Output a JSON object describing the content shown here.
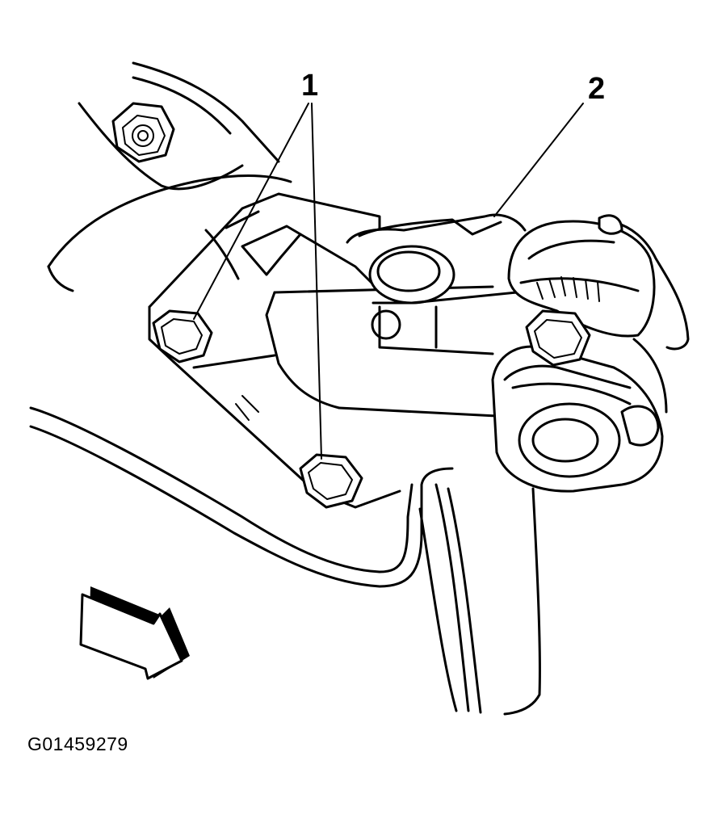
{
  "figure": {
    "callouts": [
      {
        "label": "1"
      },
      {
        "label": "2"
      }
    ],
    "figure_id": "G01459279",
    "colors": {
      "ink": "#000000",
      "paper": "#ffffff"
    },
    "icons": [
      "direction-arrow-icon"
    ]
  }
}
